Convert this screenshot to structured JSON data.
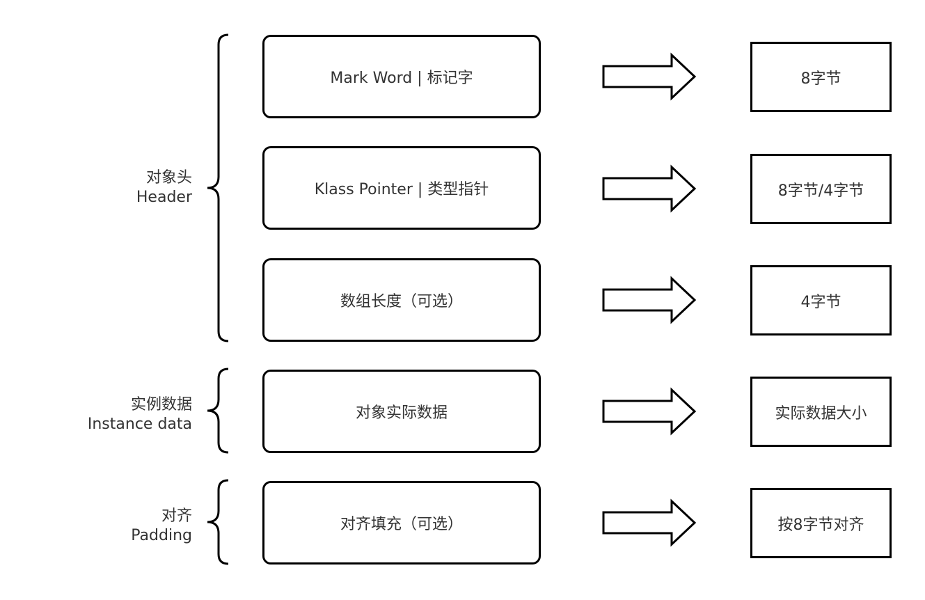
{
  "groups": [
    {
      "id": "header",
      "label_cn": "对象头",
      "label_en": "Header"
    },
    {
      "id": "instance",
      "label_cn": "实例数据",
      "label_en": "Instance data"
    },
    {
      "id": "padding",
      "label_cn": "对齐",
      "label_en": "Padding"
    }
  ],
  "parts": [
    {
      "group": "header",
      "label": "Mark Word | 标记字",
      "size": "8字节"
    },
    {
      "group": "header",
      "label": "Klass Pointer | 类型指针",
      "size": "8字节/4字节"
    },
    {
      "group": "header",
      "label": "数组长度（可选）",
      "size": "4字节"
    },
    {
      "group": "instance",
      "label": "对象实际数据",
      "size": "实际数据大小"
    },
    {
      "group": "padding",
      "label": "对齐填充（可选）",
      "size": "按8字节对齐"
    }
  ],
  "colors": {
    "stroke": "#000000",
    "text": "#333333",
    "background": "#ffffff"
  }
}
